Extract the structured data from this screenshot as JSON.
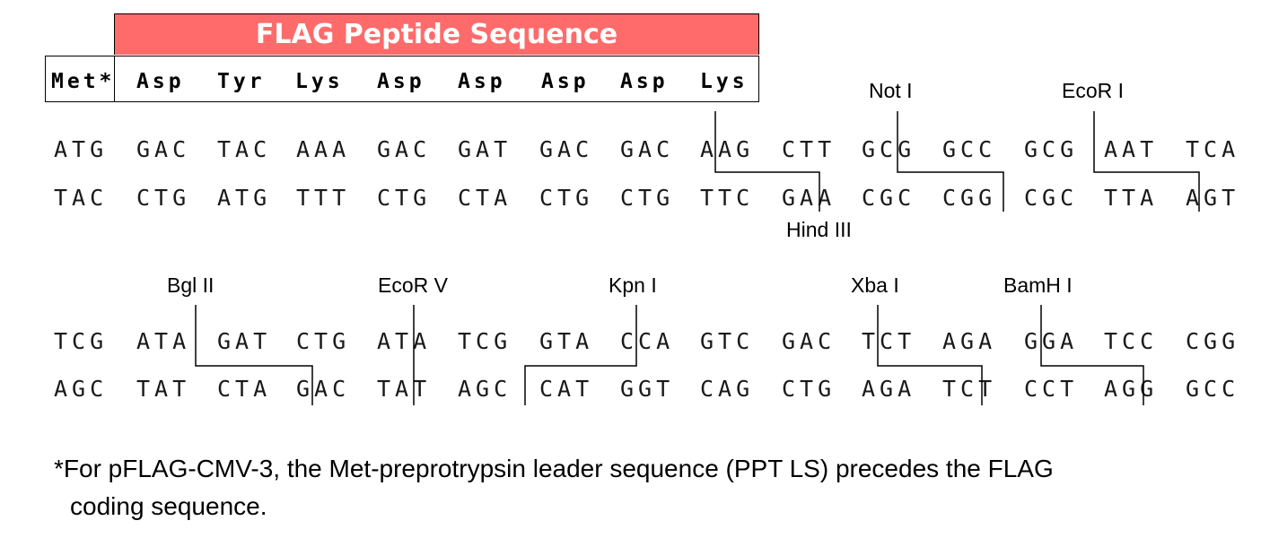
{
  "header": {
    "title": "FLAG Peptide Sequence",
    "fill": "#ff6b6b"
  },
  "met_label": "Met*",
  "amino_acids": [
    "Asp",
    "Tyr",
    "Lys",
    "Asp",
    "Asp",
    "Asp",
    "Asp",
    "Lys"
  ],
  "block1": {
    "top": [
      "ATG",
      "GAC",
      "TAC",
      "AAA",
      "GAC",
      "GAT",
      "GAC",
      "GAC",
      "AAG",
      "CTT",
      "GCG",
      "GCC",
      "GCG",
      "AAT",
      "TCA"
    ],
    "bottom": [
      "TAC",
      "CTG",
      "ATG",
      "TTT",
      "CTG",
      "CTA",
      "CTG",
      "CTG",
      "TTC",
      "GAA",
      "CGC",
      "CGG",
      "CGC",
      "TTA",
      "AGT"
    ]
  },
  "block2": {
    "top": [
      "TCG",
      "ATA",
      "GAT",
      "CTG",
      "ATA",
      "TCG",
      "GTA",
      "CCA",
      "GTC",
      "GAC",
      "TCT",
      "AGA",
      "GGA",
      "TCC",
      "CGG"
    ],
    "bottom": [
      "AGC",
      "TAT",
      "CTA",
      "GAC",
      "TAT",
      "AGC",
      "CAT",
      "GGT",
      "CAG",
      "CTG",
      "AGA",
      "TCT",
      "CCT",
      "AGG",
      "GCC"
    ]
  },
  "enzymes": {
    "not1": "Not I",
    "ecor1": "EcoR I",
    "hind3": "Hind III",
    "bgl2": "Bgl II",
    "ecorv": "EcoR V",
    "kpn1": "Kpn I",
    "xba1": "Xba I",
    "bamh1": "BamH I"
  },
  "footnote": {
    "line1": "*For pFLAG-CMV-3, the Met-preprotrypsin leader sequence (PPT LS) precedes the FLAG",
    "line2": "coding sequence."
  }
}
